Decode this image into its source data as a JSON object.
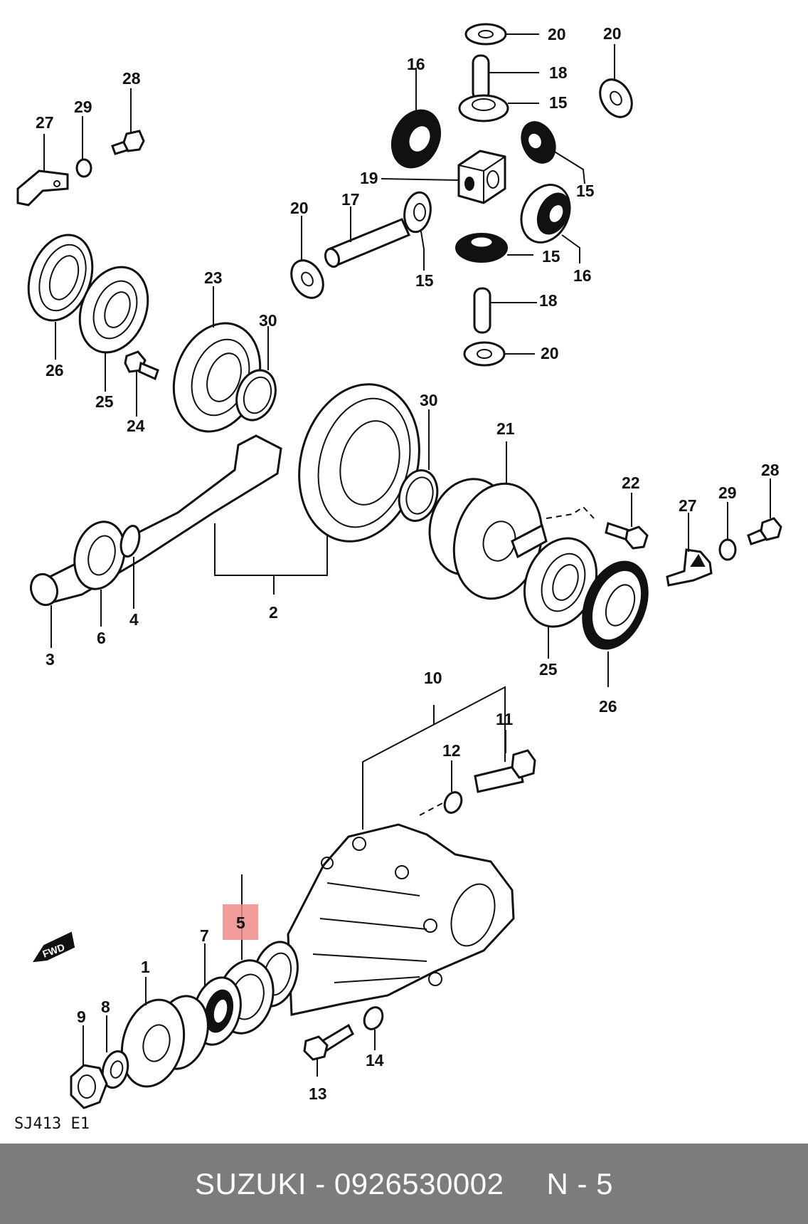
{
  "diagram": {
    "drawing_code": "SJ413 E1",
    "direction_badge": "FWD",
    "highlighted_part": "5",
    "labels": {
      "p1": "1",
      "p2": "2",
      "p3": "3",
      "p4": "4",
      "p5": "5",
      "p6": "6",
      "p7": "7",
      "p8": "8",
      "p9": "9",
      "p10": "10",
      "p11": "11",
      "p12": "12",
      "p13": "13",
      "p14": "14",
      "p15a": "15",
      "p15b": "15",
      "p15c": "15",
      "p15d": "15",
      "p16a": "16",
      "p16b": "16",
      "p17": "17",
      "p18a": "18",
      "p18b": "18",
      "p19": "19",
      "p20a": "20",
      "p20b": "20",
      "p20c": "20",
      "p20d": "20",
      "p21": "21",
      "p22": "22",
      "p23": "23",
      "p24": "24",
      "p25a": "25",
      "p25b": "25",
      "p26a": "26",
      "p26b": "26",
      "p27a": "27",
      "p27b": "27",
      "p28a": "28",
      "p28b": "28",
      "p29a": "29",
      "p29b": "29",
      "p30a": "30",
      "p30b": "30"
    }
  },
  "footer": {
    "brand": "SUZUKI",
    "dash": "-",
    "part_number": "0926530002",
    "ref": "N - 5"
  }
}
